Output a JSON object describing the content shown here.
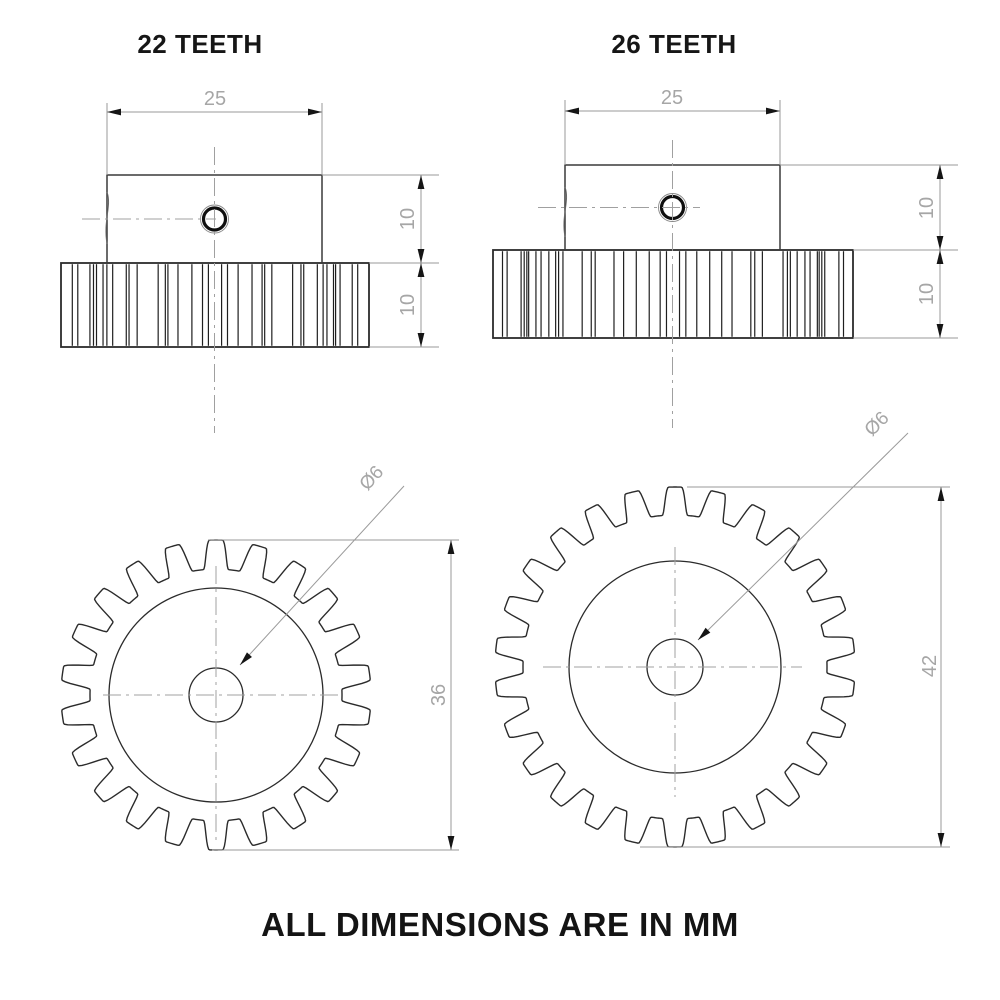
{
  "drawing": {
    "footer_note": "ALL DIMENSIONS ARE IN MM",
    "unit": "MM"
  },
  "gears": [
    {
      "title": "22 TEETH",
      "teeth": 22,
      "labels": {
        "hub_width": "25",
        "hub_height": "10",
        "face_width": "10",
        "outer_diameter": "36",
        "bore": "Ø6"
      }
    },
    {
      "title": "26 TEETH",
      "teeth": 26,
      "labels": {
        "hub_width": "25",
        "hub_height": "10",
        "face_width": "10",
        "outer_diameter": "42",
        "bore": "Ø6"
      }
    }
  ],
  "colors": {
    "background": "#ffffff",
    "line": "#2b2b2b",
    "teeth_line": "#1f1f1f",
    "dim_line": "#9a9a9a",
    "dim_text": "#a6a6a6",
    "centerline": "#a0a0a0",
    "arrow": "#151515"
  }
}
